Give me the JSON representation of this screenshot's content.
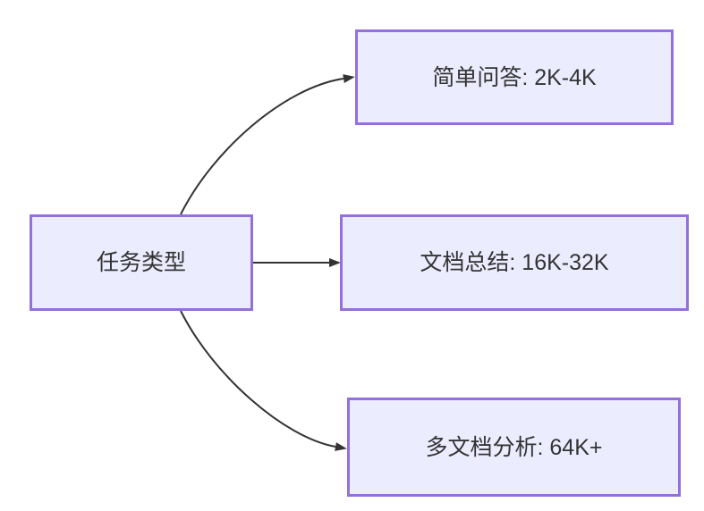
{
  "diagram": {
    "type": "flowchart",
    "direction": "left-to-right",
    "root": {
      "id": "task-type",
      "label": "任务类型"
    },
    "branches": [
      {
        "id": "simple-qa",
        "label": "简单问答: 2K-4K"
      },
      {
        "id": "doc-summary",
        "label": "文档总结: 16K-32K"
      },
      {
        "id": "multi-doc-analysis",
        "label": "多文档分析: 64K+"
      }
    ],
    "edges": [
      {
        "from": "task-type",
        "to": "simple-qa"
      },
      {
        "from": "task-type",
        "to": "doc-summary"
      },
      {
        "from": "task-type",
        "to": "multi-doc-analysis"
      }
    ],
    "colors": {
      "background": "#ffffff",
      "node_fill": "#ECECFF",
      "node_border": "#9370DB",
      "edge": "#333333",
      "text": "#333333"
    }
  }
}
